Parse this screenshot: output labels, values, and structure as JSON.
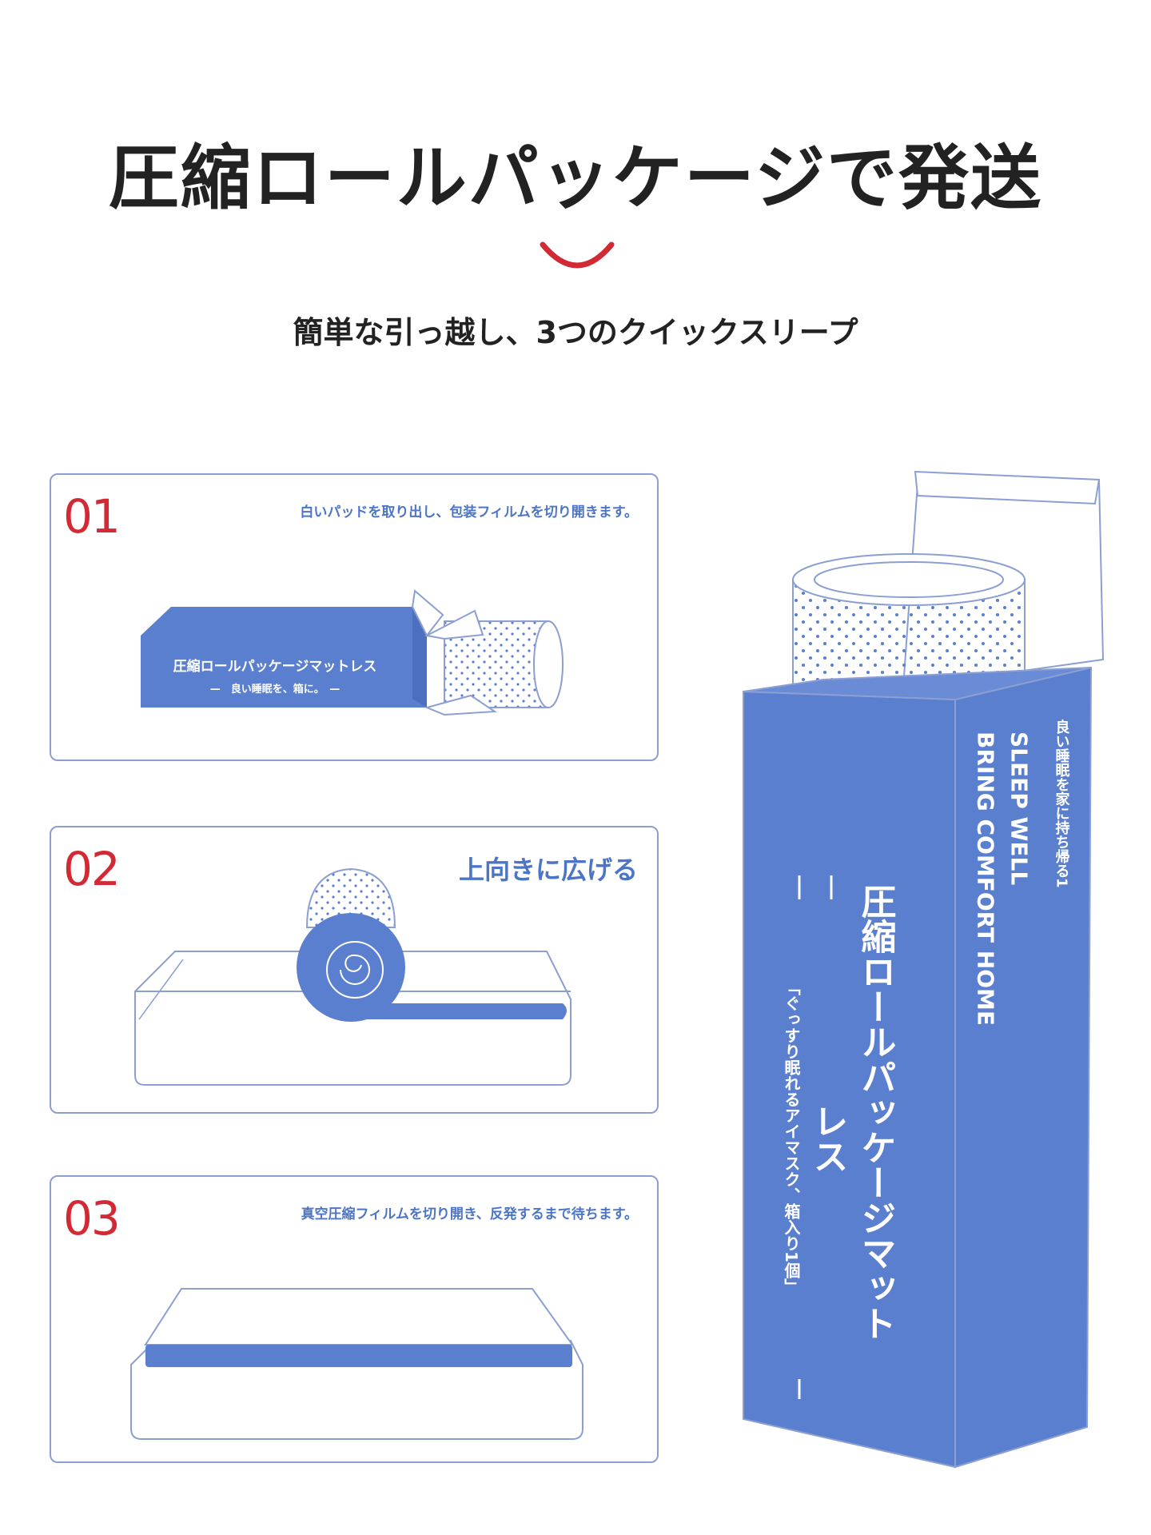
{
  "header": {
    "title": "圧縮ロールパッケージで発送",
    "subtitle": "簡単な引っ越し、3つのクイックスリープ"
  },
  "steps": [
    {
      "number": "01",
      "caption": "白いパッドを取り出し、包装フィルムを切り開きます。"
    },
    {
      "number": "02",
      "caption": "上向きに広げる"
    },
    {
      "number": "03",
      "caption": "真空圧縮フィルムを切り開き、反発するまで待ちます。"
    }
  ],
  "small_box": {
    "label": "圧縮ロールパッケージマットレス",
    "tagline": "—　良い睡眠を、箱に。　—"
  },
  "big_box": {
    "title_line1": "圧縮ロールパッケージマット",
    "title_line2": "レス",
    "subtitle": "「ぐっすり眠れるアイマスク、箱入り1個」",
    "english_line1": "SLEEP WELL",
    "english_line2": "BRING COMFORT HOME",
    "side_text": "良い睡眠を家に持ち帰る1"
  },
  "colors": {
    "accent_blue": "#5b7fcf",
    "line_blue": "#8c9fd2",
    "number_red": "#d22a35",
    "smile_red": "#d22a35"
  }
}
